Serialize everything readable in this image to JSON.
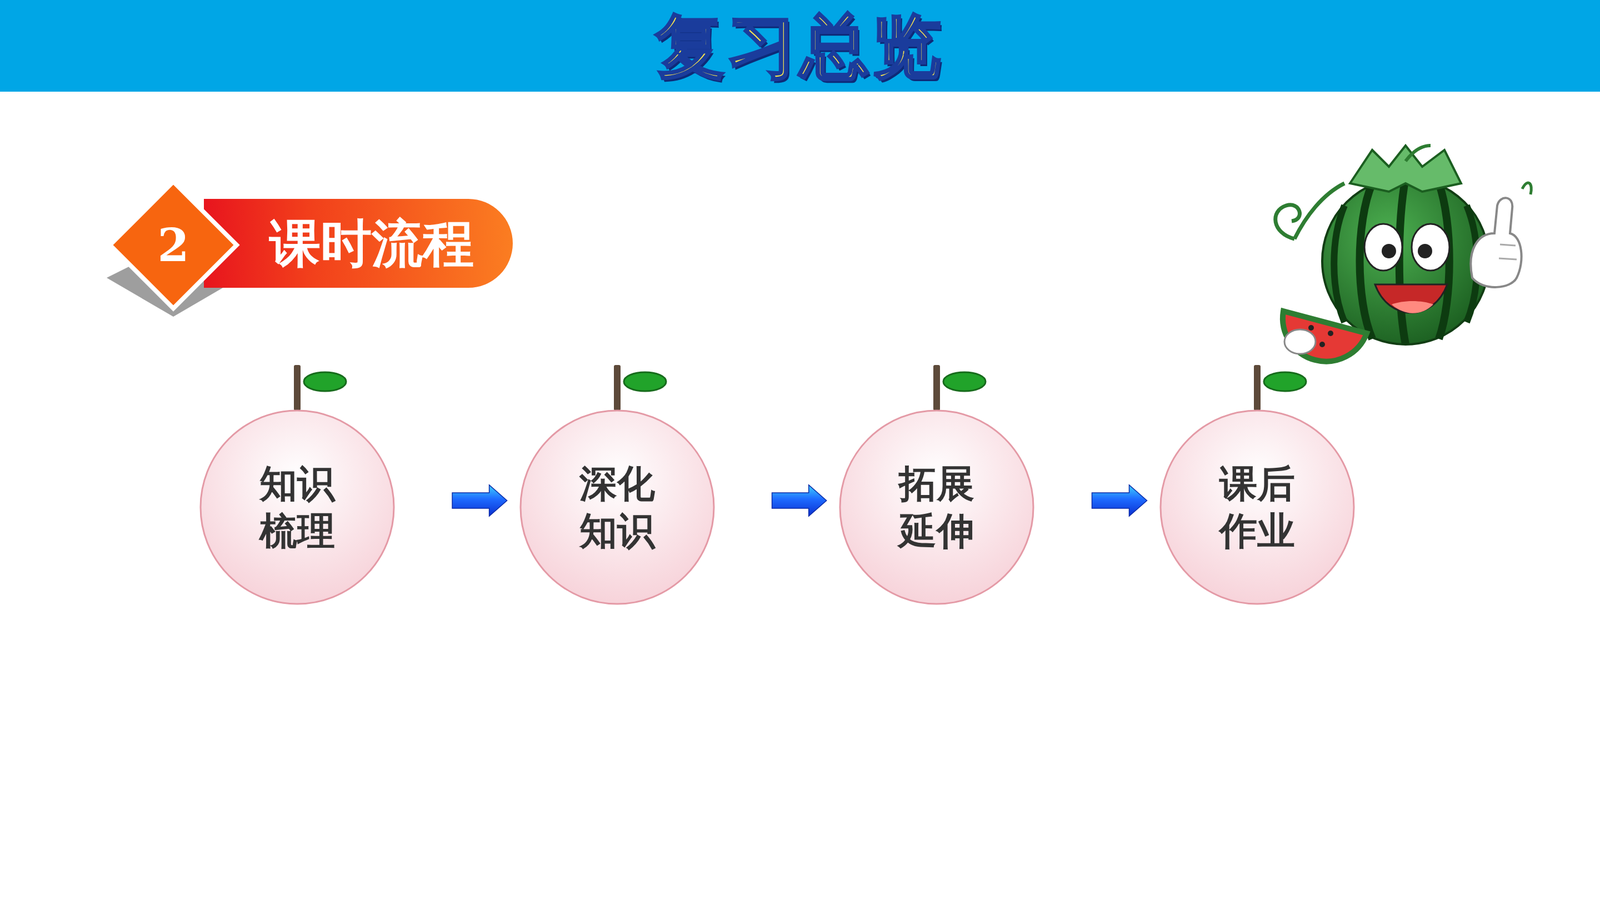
{
  "diagram": {
    "title": "复习总览",
    "nodes": [
      {
        "text": [
          "2"
        ]
      },
      {
        "text": [
          "课时流程"
        ]
      },
      {
        "text": [
          "知识 梳理"
        ]
      },
      {
        "text": [
          "深化 知识"
        ]
      },
      {
        "text": [
          "拓展 延伸"
        ]
      },
      {
        "text": [
          "课后 作业"
        ]
      }
    ],
    "edges": [
      {
        "from": 2,
        "to": 3,
        "arrow": "to"
      },
      {
        "from": 3,
        "to": 4,
        "arrow": "to"
      },
      {
        "from": 4,
        "to": 5,
        "arrow": "to"
      }
    ]
  }
}
